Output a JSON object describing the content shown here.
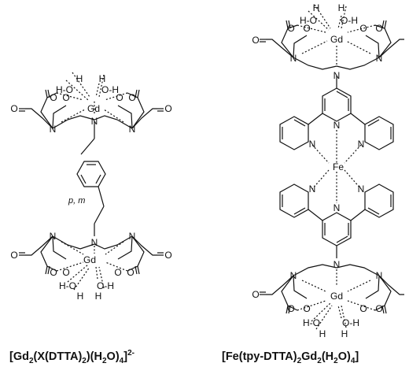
{
  "atoms": {
    "gd": "Gd",
    "fe": "Fe",
    "n": "N",
    "o": "O",
    "h": "H",
    "h_o": "H-O",
    "o_h": "O-H"
  },
  "substitution_note": "p, m",
  "captions": {
    "left": {
      "p1": "[Gd",
      "s1": "2",
      "p2": "(X(DTTA)",
      "s2": "2",
      "p3": ")(H",
      "s3": "2",
      "p4": "O)",
      "s4": "4",
      "p5": "]",
      "sup": "2-"
    },
    "right": {
      "p1": "[Fe(tpy-DTTA)",
      "s1": "2",
      "p2": "Gd",
      "s2": "2",
      "p3": "(H",
      "s3": "2",
      "p4": "O)",
      "s4": "4",
      "p5": "]"
    }
  }
}
